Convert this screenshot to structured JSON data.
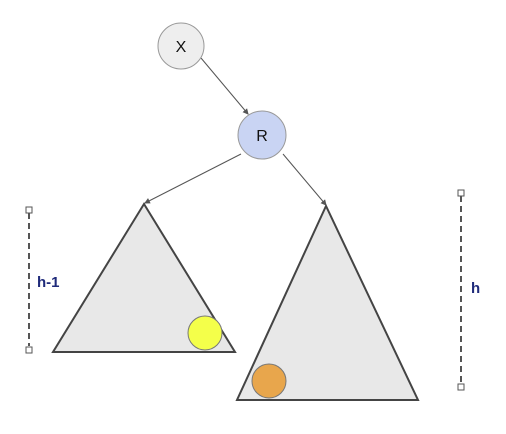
{
  "nodes": {
    "x": {
      "label": "X",
      "fill": "#eeeeee",
      "stroke": "#999999"
    },
    "r": {
      "label": "R",
      "fill": "#c9d4f3",
      "stroke": "#999999"
    }
  },
  "subtrees": {
    "left": {
      "fill": "#e8e8e8",
      "stroke": "#444444",
      "marker_color": "#f4ff4a"
    },
    "right": {
      "fill": "#e8e8e8",
      "stroke": "#444444",
      "marker_color": "#e8a64c"
    }
  },
  "heights": {
    "left_label": "h-1",
    "right_label": "h",
    "label_color": "#1f2a7a"
  }
}
